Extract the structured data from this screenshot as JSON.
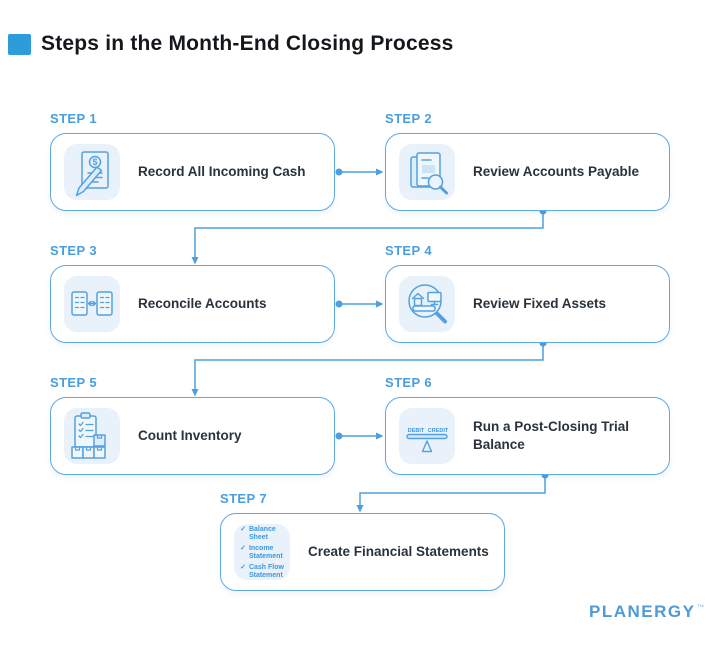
{
  "title": "Steps in the Month-End Closing Process",
  "brand": {
    "name": "PLANERGY",
    "trademark": "™"
  },
  "steps": [
    {
      "label": "STEP 1",
      "text": "Record All Incoming Cash",
      "icon": "invoice-pencil-icon"
    },
    {
      "label": "STEP 2",
      "text": "Review Accounts Payable",
      "icon": "documents-magnifier-icon"
    },
    {
      "label": "STEP 3",
      "text": "Reconcile Accounts",
      "icon": "ledger-sync-icon"
    },
    {
      "label": "STEP 4",
      "text": "Review Fixed Assets",
      "icon": "fixed-assets-magnifier-icon"
    },
    {
      "label": "STEP 5",
      "text": "Count Inventory",
      "icon": "inventory-boxes-icon"
    },
    {
      "label": "STEP 6",
      "text": "Run a Post-Closing Trial Balance",
      "icon": "balance-scale-icon"
    },
    {
      "label": "STEP 7",
      "text": "Create Financial Statements",
      "icon": "financial-statements-checklist-icon"
    }
  ],
  "icons": {
    "dollar_glyph": "$",
    "balance_scale": {
      "debit": "DEBIT",
      "credit": "CREDIT"
    },
    "checklist": [
      {
        "check": "✓",
        "label": "Balance Sheet"
      },
      {
        "check": "✓",
        "label": "Income Statement"
      },
      {
        "check": "✓",
        "label": "Cash Flow Statement"
      }
    ]
  },
  "colors": {
    "accent": "#2D9CDB",
    "step_label": "#4A9EDE",
    "box_border": "#5FA8E2",
    "connector": "#4D9FDD",
    "icon_tile_bg": "#E9F2FB",
    "icon_stroke": "#54A1DE",
    "title_text": "#14181C",
    "step_text": "#2A333C"
  }
}
